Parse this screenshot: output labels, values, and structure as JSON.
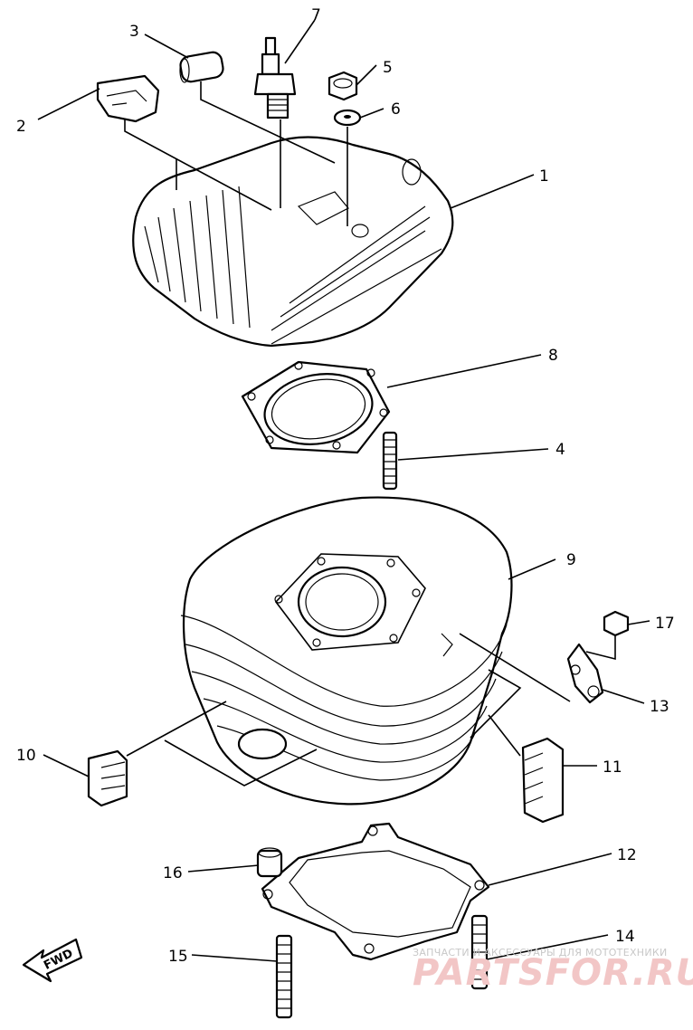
{
  "callouts": {
    "c1": "1",
    "c2": "2",
    "c3": "3",
    "c4": "4",
    "c5": "5",
    "c6": "6",
    "c7": "7",
    "c8": "8",
    "c9": "9",
    "c10": "10",
    "c11": "11",
    "c12": "12",
    "c13": "13",
    "c14": "14",
    "c15": "15",
    "c16": "16",
    "c17": "17"
  },
  "fwd_label": "FWD",
  "watermark": {
    "tagline": "ЗАПЧАСТИ И АКСЕССУАРЫ ДЛЯ МОТОТЕХНИКИ",
    "brand": "PARTSFOR.RU"
  },
  "colors": {
    "line": "#000000",
    "watermark_text": "#f2c6c6",
    "watermark_small": "#c8c8c8"
  }
}
